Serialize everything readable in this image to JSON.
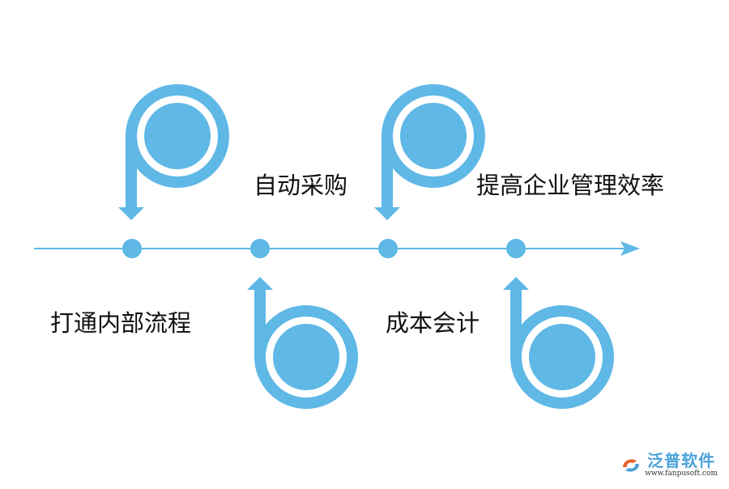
{
  "colors": {
    "accent": "#5fb8e6",
    "text": "#111111",
    "brand": "#4aa3d8"
  },
  "steps": [
    {
      "label": "打通内部流程",
      "position": "below"
    },
    {
      "label": "自动采购",
      "position": "above"
    },
    {
      "label": "成本会计",
      "position": "below"
    },
    {
      "label": "提高企业管理效率",
      "position": "above"
    }
  ],
  "brand": {
    "name": "泛普软件",
    "url": "www.fanpusoft.com",
    "icon": "fanpu-logo-icon"
  }
}
